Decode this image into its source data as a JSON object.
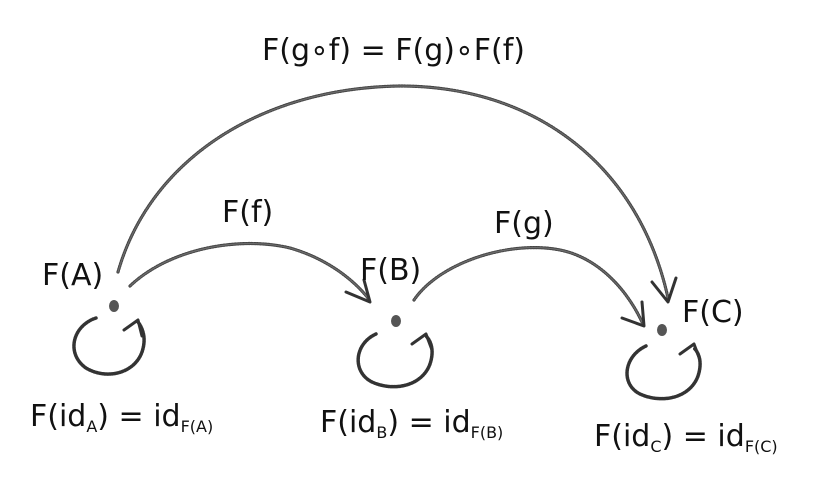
{
  "diagram": {
    "composite_label": "F(g∘f) = F(g)∘F(f)",
    "arrows": [
      {
        "label": "F(f)"
      },
      {
        "label": "F(g)"
      }
    ],
    "objects": [
      {
        "label": "F(A)",
        "identity": {
          "prefix": "F(id",
          "sub1": "A",
          "mid": ") = id",
          "sub2": "F(A)"
        }
      },
      {
        "label": "F(B)",
        "identity": {
          "prefix": "F(id",
          "sub1": "B",
          "mid": ") = id",
          "sub2": "F(B)"
        }
      },
      {
        "label": "F(C)",
        "identity": {
          "prefix": "F(id",
          "sub1": "C",
          "mid": ") = id",
          "sub2": "F(C)"
        }
      }
    ],
    "colors": {
      "ink": "#111111",
      "stroke": "#444444"
    }
  }
}
